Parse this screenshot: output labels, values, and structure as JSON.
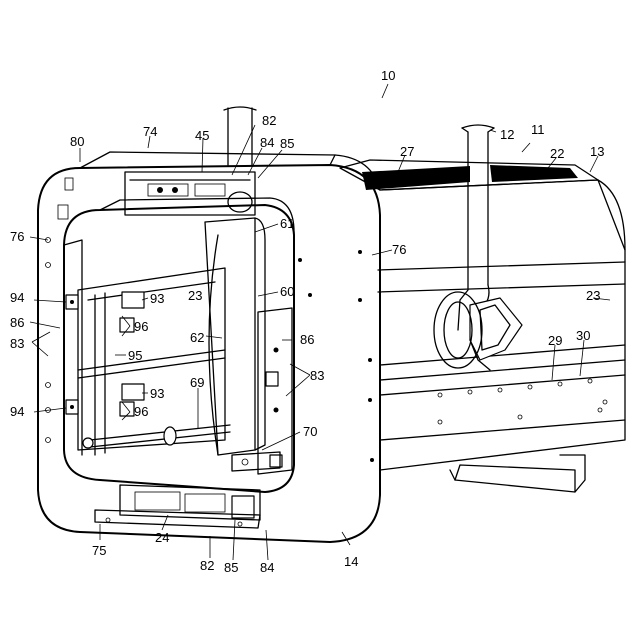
{
  "labels": {
    "l10": "10",
    "l11": "11",
    "l12": "12",
    "l13": "13",
    "l14": "14",
    "l22": "22",
    "l23a": "23",
    "l23b": "23",
    "l24": "24",
    "l27": "27",
    "l29": "29",
    "l30": "30",
    "l45": "45",
    "l60": "60",
    "l61": "61",
    "l62": "62",
    "l69": "69",
    "l70": "70",
    "l74": "74",
    "l75": "75",
    "l76a": "76",
    "l76b": "76",
    "l80": "80",
    "l82a": "82",
    "l82b": "82",
    "l83a": "83",
    "l83b": "83",
    "l84a": "84",
    "l84b": "84",
    "l85a": "85",
    "l85b": "85",
    "l86a": "86",
    "l86b": "86",
    "l93a": "93",
    "l93b": "93",
    "l94a": "94",
    "l94b": "94",
    "l95": "95",
    "l96a": "96",
    "l96b": "96"
  }
}
